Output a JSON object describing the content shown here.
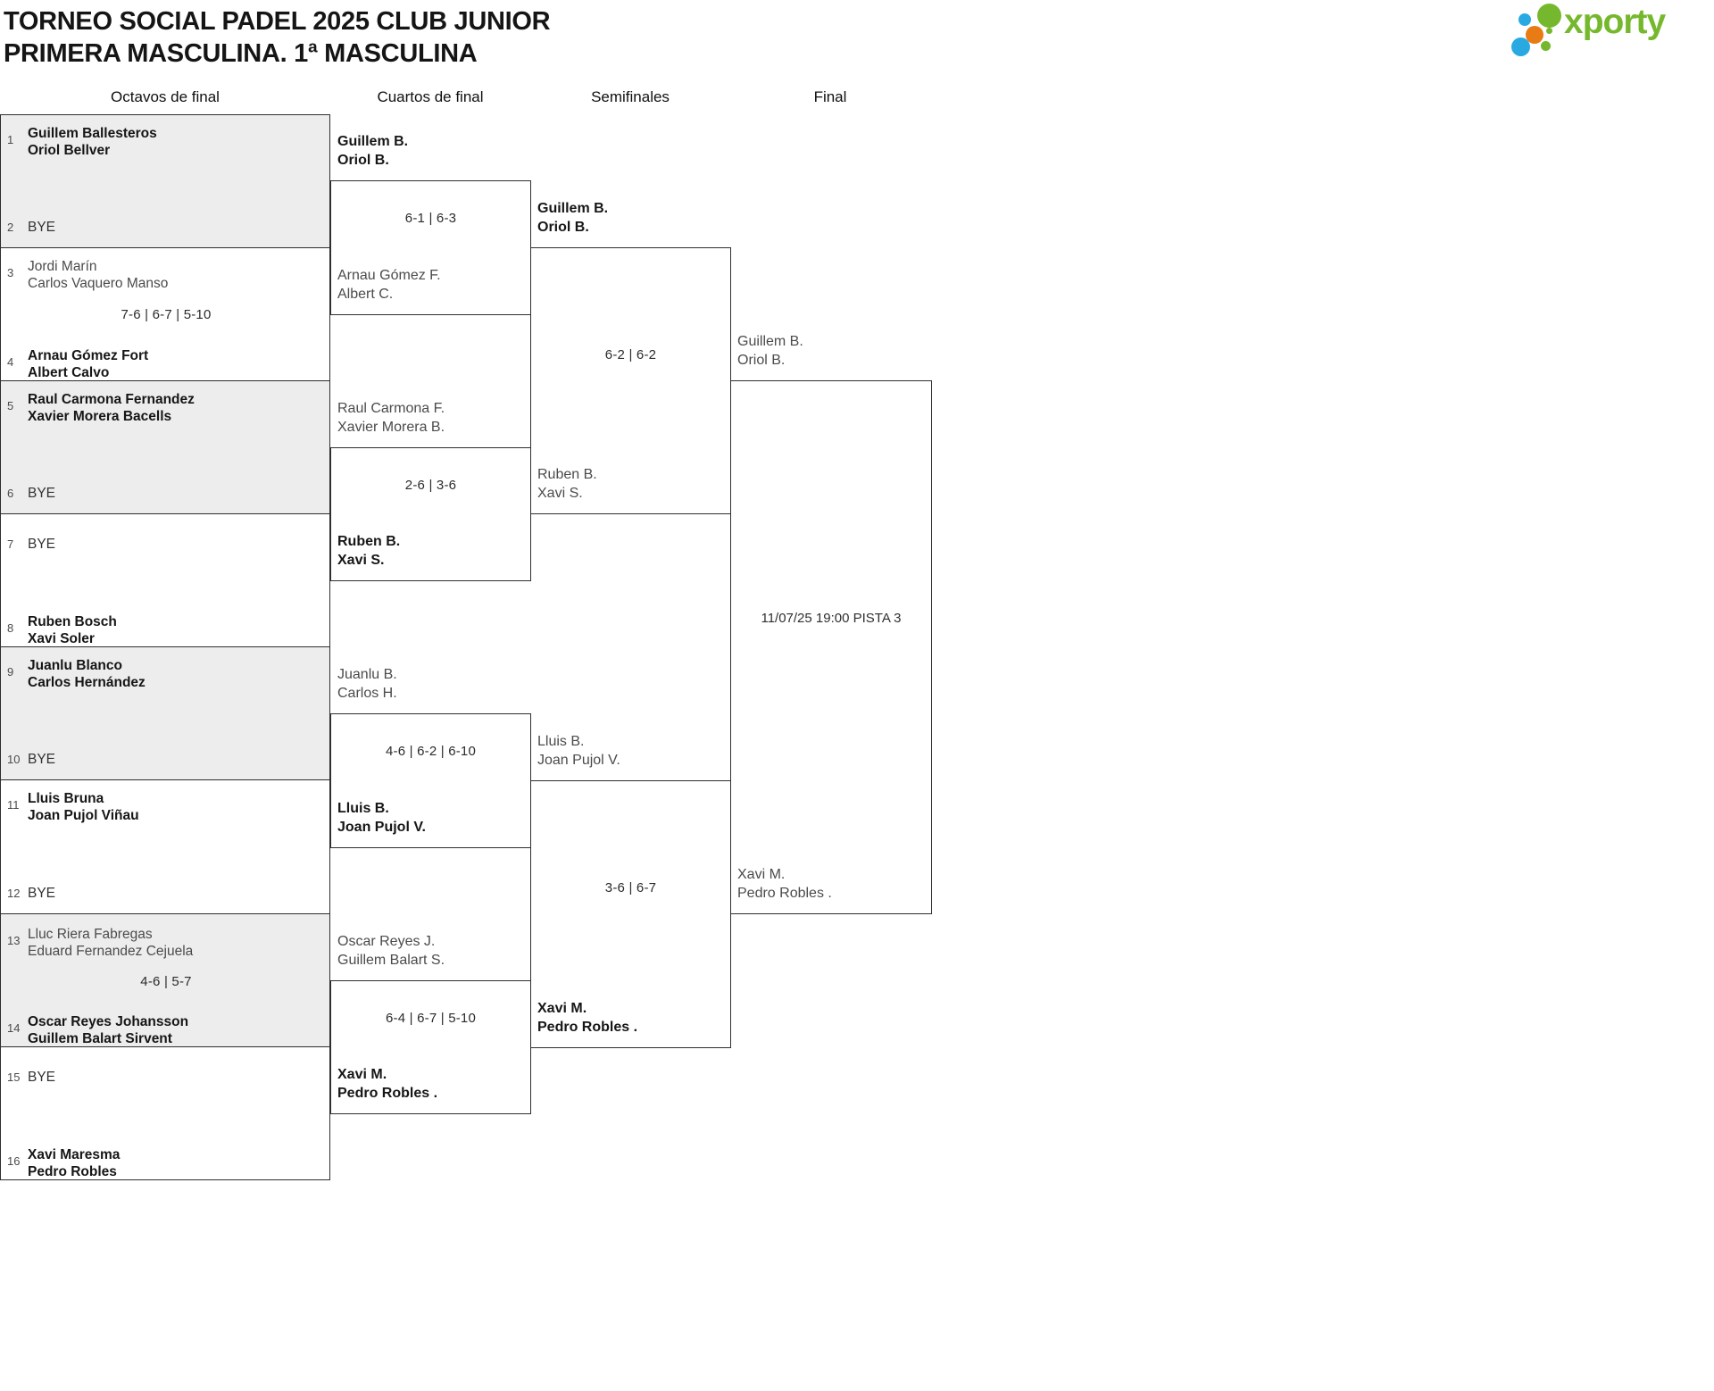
{
  "title": {
    "line1": "TORNEO SOCIAL PADEL 2025 CLUB JUNIOR",
    "line2": "PRIMERA MASCULINA. 1ª MASCULINA"
  },
  "logo": {
    "brand": "xporty",
    "green": "#76b82d",
    "blue": "#29a9e1",
    "orange": "#e87b13"
  },
  "round_headers": {
    "octavos": "Octavos de final",
    "cuartos": "Cuartos de final",
    "semifinales": "Semifinales",
    "final": "Final"
  },
  "octavos": {
    "m1": {
      "num1": "1",
      "t1l1": "Guillem Ballesteros",
      "t1l2": "Oriol Bellver",
      "num2": "2",
      "bye2": "BYE"
    },
    "m2": {
      "num1": "3",
      "t1l1": "Jordi Marín",
      "t1l2": "Carlos Vaquero Manso",
      "score": "7-6 | 6-7 | 5-10",
      "num2": "4",
      "t2l1": "Arnau Gómez Fort",
      "t2l2": "Albert Calvo"
    },
    "m3": {
      "num1": "5",
      "t1l1": "Raul Carmona Fernandez",
      "t1l2": "Xavier Morera Bacells",
      "num2": "6",
      "bye2": "BYE"
    },
    "m4": {
      "num1": "7",
      "bye1": "BYE",
      "num2": "8",
      "t2l1": "Ruben Bosch",
      "t2l2": "Xavi Soler"
    },
    "m5": {
      "num1": "9",
      "t1l1": "Juanlu Blanco",
      "t1l2": "Carlos Hernández",
      "num2": "10",
      "bye2": "BYE"
    },
    "m6": {
      "num1": "11",
      "t1l1": "Lluis Bruna",
      "t1l2": "Joan Pujol Viñau",
      "num2": "12",
      "bye2": "BYE"
    },
    "m7": {
      "num1": "13",
      "t1l1": "Lluc Riera Fabregas",
      "t1l2": "Eduard Fernandez Cejuela",
      "score": "4-6 | 5-7",
      "num2": "14",
      "t2l1": "Oscar Reyes Johansson",
      "t2l2": "Guillem Balart Sirvent"
    },
    "m8": {
      "num1": "15",
      "bye1": "BYE",
      "num2": "16",
      "t2l1": "Xavi Maresma",
      "t2l2": "Pedro Robles"
    }
  },
  "cuartos": {
    "q1": {
      "t1l1": "Guillem B.",
      "t1l2": "Oriol B.",
      "score": "6-1 | 6-3",
      "t2l1": "Arnau Gómez F.",
      "t2l2": "Albert C."
    },
    "q2": {
      "t1l1": "Raul Carmona F.",
      "t1l2": "Xavier Morera B.",
      "score": "2-6 | 3-6",
      "t2l1": "Ruben B.",
      "t2l2": "Xavi S."
    },
    "q3": {
      "t1l1": "Juanlu B.",
      "t1l2": "Carlos H.",
      "score": "4-6 | 6-2 | 6-10",
      "t2l1": "Lluis B.",
      "t2l2": "Joan Pujol V."
    },
    "q4": {
      "t1l1": "Oscar Reyes J.",
      "t1l2": "Guillem Balart S.",
      "score": "6-4 | 6-7 | 5-10",
      "t2l1": "Xavi M.",
      "t2l2": "Pedro Robles ."
    }
  },
  "semifinales": {
    "s1": {
      "t1l1": "Guillem B.",
      "t1l2": "Oriol B.",
      "score": "6-2 | 6-2",
      "t2l1": "Ruben B.",
      "t2l2": "Xavi S."
    },
    "s2": {
      "t1l1": "Lluis B.",
      "t1l2": "Joan Pujol V.",
      "score": "3-6 | 6-7",
      "t2l1": "Xavi M.",
      "t2l2": "Pedro Robles ."
    }
  },
  "final": {
    "f1": {
      "t1l1": "Guillem B.",
      "t1l2": "Oriol B.",
      "schedule": "11/07/25 19:00 PISTA 3",
      "t2l1": "Xavi M.",
      "t2l2": "Pedro Robles ."
    }
  }
}
